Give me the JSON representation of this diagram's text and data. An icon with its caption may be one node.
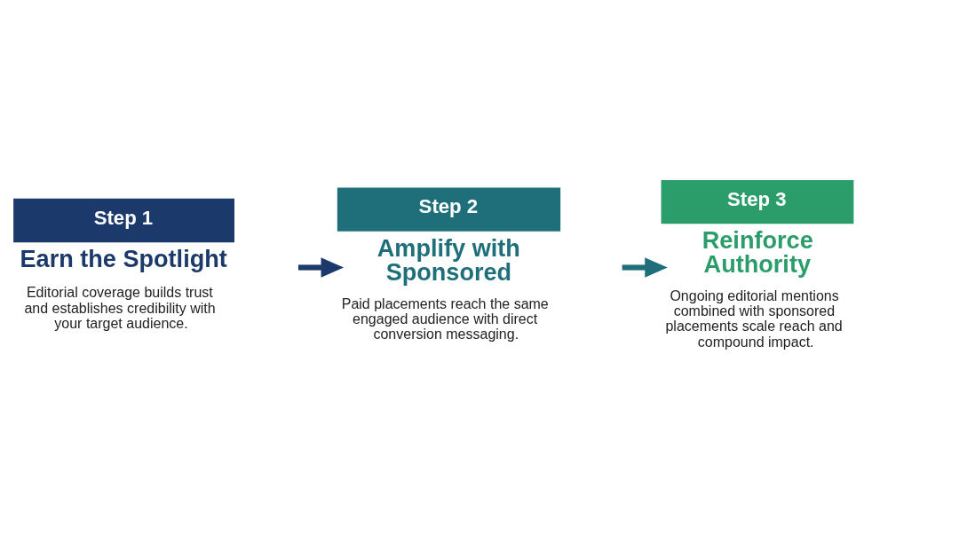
{
  "diagram": {
    "nodes": [
      {
        "text": [
          "Step 1",
          "Earn the Spotlight",
          "Editorial coverage builds trust and establishes credibility with your target audience."
        ]
      },
      {
        "text": [
          "Step 2",
          "Amplify with Sponsored",
          "Paid placements reach the same engaged audience with direct conversion messaging."
        ]
      },
      {
        "text": [
          "Step 3",
          "Reinforce Authority",
          "Ongoing editorial mentions combined with sponsored placements scale reach and compound impact."
        ]
      }
    ],
    "edges": [
      {
        "from": 0,
        "to": 1,
        "arrow": "to"
      },
      {
        "from": 1,
        "to": 2,
        "arrow": "to"
      }
    ]
  }
}
